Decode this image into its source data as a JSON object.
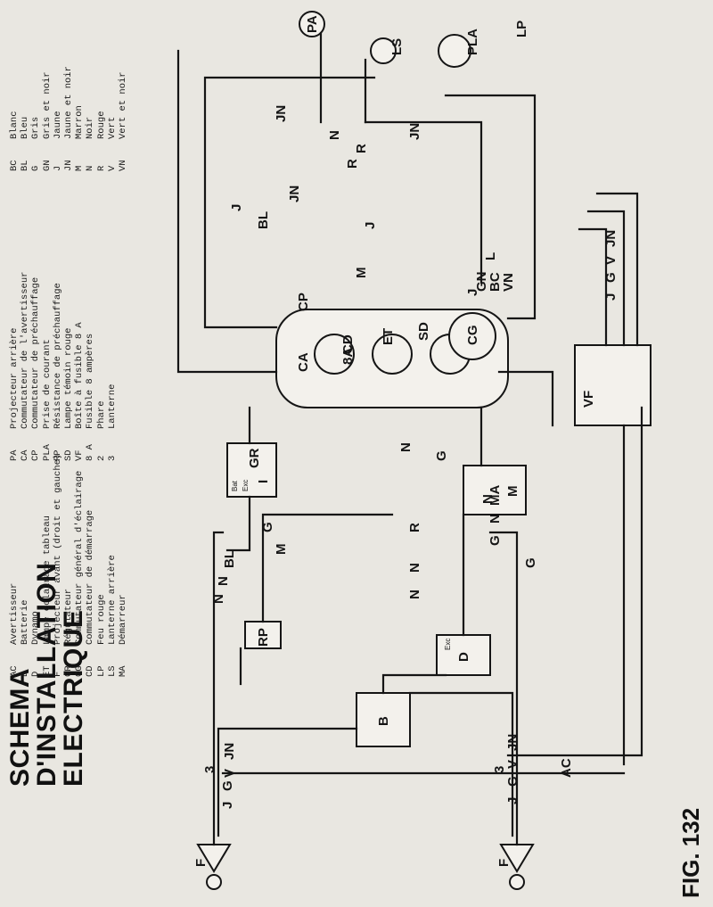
{
  "title": {
    "line1": "SCHEMA",
    "line2": "D'INSTALLATION",
    "line3": "ELECTRIQUE"
  },
  "figure_label": "FIG. 132",
  "legend_components": [
    {
      "code": "AC",
      "desc": "Avertisseur"
    },
    {
      "code": "B",
      "desc": "Batterie"
    },
    {
      "code": "D",
      "desc": "Dynamo"
    },
    {
      "code": "ET",
      "desc": "Lampe éclairage tableau"
    },
    {
      "code": "F",
      "desc": "Projecteur avant (droit et gauche)"
    },
    {
      "code": "GR",
      "desc": "Régulateur"
    },
    {
      "code": "CG",
      "desc": "Commutateur général d'éclairage"
    },
    {
      "code": "CD",
      "desc": "Commutateur de démarrage"
    },
    {
      "code": "LP",
      "desc": "Feu rouge"
    },
    {
      "code": "LS",
      "desc": "Lanterne arrière"
    },
    {
      "code": "MA",
      "desc": "Démarreur"
    }
  ],
  "legend_components_2": [
    {
      "code": "PA",
      "desc": "Projecteur arrière"
    },
    {
      "code": "CA",
      "desc": "Commutateur de l'avertisseur"
    },
    {
      "code": "CP",
      "desc": "Commutateur de préchauffage"
    },
    {
      "code": "PLA",
      "desc": "Prise de courant"
    },
    {
      "code": "RP",
      "desc": "Résistance de préchauffage"
    },
    {
      "code": "SD",
      "desc": "Lampe témoin rouge"
    },
    {
      "code": "VF",
      "desc": "Boîte à fusible 8 A"
    },
    {
      "code": "8 A",
      "desc": "Fusible 8 ampères"
    },
    {
      "code": "2",
      "desc": "Phare"
    },
    {
      "code": "3",
      "desc": "Lanterne"
    }
  ],
  "legend_colors": [
    {
      "code": "BC",
      "desc": "Blanc"
    },
    {
      "code": "BL",
      "desc": "Bleu"
    },
    {
      "code": "G",
      "desc": "Gris"
    },
    {
      "code": "GN",
      "desc": "Gris et noir"
    },
    {
      "code": "J",
      "desc": "Jaune"
    },
    {
      "code": "JN",
      "desc": "Jaune et noir"
    },
    {
      "code": "M",
      "desc": "Marron"
    },
    {
      "code": "N",
      "desc": "Noir"
    },
    {
      "code": "R",
      "desc": "Rouge"
    },
    {
      "code": "V",
      "desc": "Vert"
    },
    {
      "code": "VN",
      "desc": "Vert et noir"
    }
  ],
  "components": {
    "ac": "AC",
    "b": "B",
    "d": "D",
    "exc": "Exc",
    "f_left": "F",
    "f_right": "F",
    "rp": "RP",
    "ma": "MA",
    "gr": "GR",
    "bat": "Bat",
    "exc2": "Exc",
    "ca": "CA",
    "cp": "CP",
    "cd": "CD",
    "et": "ET",
    "sd": "SD",
    "cg": "CG",
    "vf": "VF",
    "pa": "PA",
    "ls": "LS",
    "pla": "PLA",
    "lp": "LP",
    "fuse": "8A"
  },
  "wire_labels": [
    "N",
    "N",
    "BL",
    "G",
    "M",
    "N",
    "N",
    "M",
    "J",
    "BL",
    "JN",
    "JN",
    "N",
    "R",
    "R",
    "J",
    "M",
    "JN",
    "J",
    "GN",
    "BC",
    "VN",
    "J",
    "G",
    "V",
    "JN",
    "J",
    "G",
    "V",
    "JN",
    "J",
    "G",
    "V",
    "JN",
    "3",
    "3",
    "N",
    "N",
    "G",
    "R",
    "G",
    "G",
    "N",
    "I",
    "L"
  ]
}
